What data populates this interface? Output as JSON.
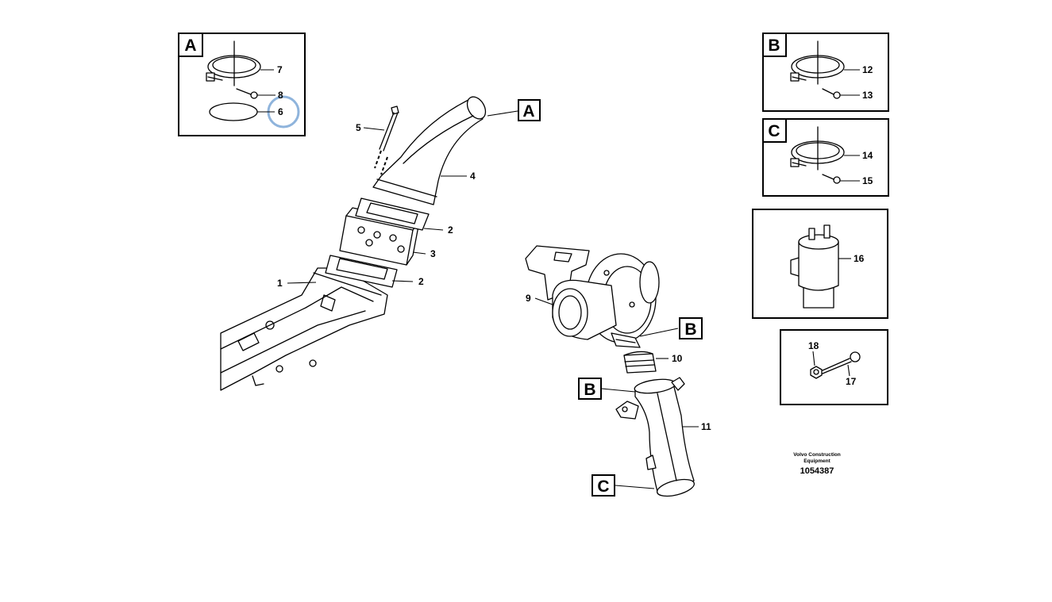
{
  "callouts": {
    "c1": "1",
    "c2a": "2",
    "c2b": "2",
    "c3": "3",
    "c4": "4",
    "c5": "5",
    "c6": "6",
    "c7": "7",
    "c8": "8",
    "c9": "9",
    "c10": "10",
    "c11": "11",
    "c12": "12",
    "c13": "13",
    "c14": "14",
    "c15": "15",
    "c16": "16",
    "c17": "17",
    "c18": "18"
  },
  "detail_tags": {
    "a_box": "A",
    "b_box": "B",
    "c_box": "C",
    "a_ref": "A",
    "b_ref1": "B",
    "b_ref2": "B",
    "c_ref": "C"
  },
  "footer": {
    "brand_line1": "Volvo Construction",
    "brand_line2": "Equipment",
    "doc_number": "1054387"
  },
  "colors": {
    "highlight_ring": "#8fb4dc",
    "line": "#000000"
  }
}
